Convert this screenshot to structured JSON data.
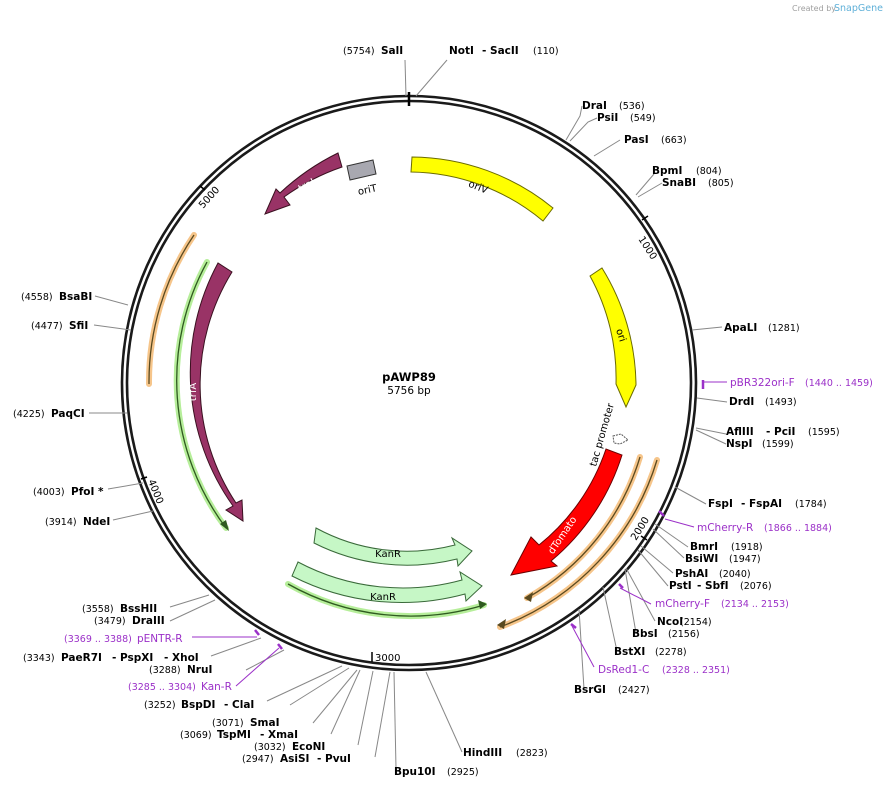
{
  "credit": {
    "prefix": "Created by",
    "brand": "SnapGene"
  },
  "plasmid": {
    "name": "pAWP89",
    "size": "5756 bp"
  },
  "ticks": [
    "1000",
    "2000",
    "3000",
    "4000",
    "5000"
  ],
  "features": {
    "oriV": "oriV",
    "ori": "ori",
    "tac": "tac promoter",
    "dTomato": "dTomato",
    "kanR1": "KanR",
    "kanR2": "KanR",
    "trfA": "trfA",
    "traJ": "traJ",
    "oriT": "oriT"
  },
  "sites": {
    "sal": {
      "pos": "(5754)",
      "name": "SalI"
    },
    "not": {
      "name": "NotI",
      "name2": "- SacII",
      "pos": "(110)"
    },
    "dra": {
      "name": "DraI",
      "pos": "(536)"
    },
    "psi": {
      "name": "PsiI",
      "pos": "(549)"
    },
    "pas": {
      "name": "PasI",
      "pos": "(663)"
    },
    "bpm": {
      "name": "BpmI",
      "pos": "(804)"
    },
    "sna": {
      "name": "SnaBI",
      "pos": "(805)"
    },
    "apa": {
      "name": "ApaLI",
      "pos": "(1281)"
    },
    "drd": {
      "name": "DrdI",
      "pos": "(1493)"
    },
    "afl": {
      "name": "AflIII",
      "name2": "- PciI",
      "pos": "(1595)"
    },
    "nsp": {
      "name": "NspI",
      "pos": "(1599)"
    },
    "fsp": {
      "name": "FspI",
      "name2": "- FspAI",
      "pos": "(1784)"
    },
    "bmr": {
      "name": "BmrI",
      "pos": "(1918)"
    },
    "bsiwi": {
      "name": "BsiWI",
      "pos": "(1947)"
    },
    "psh": {
      "name": "PshAI",
      "pos": "(2040)"
    },
    "pst": {
      "name": "PstI",
      "name2": "- SbfI",
      "pos": "(2076)"
    },
    "nco": {
      "name": "NcoI",
      "pos": "(2154)"
    },
    "bbs": {
      "name": "BbsI",
      "pos": "(2156)"
    },
    "bstxi": {
      "name": "BstXI",
      "pos": "(2278)"
    },
    "bsrgi": {
      "name": "BsrGI",
      "pos": "(2427)"
    },
    "hind": {
      "name": "HindIII",
      "pos": "(2823)"
    },
    "bpu": {
      "name": "Bpu10I",
      "pos": "(2925)"
    },
    "asi": {
      "pos": "(2947)",
      "name": "AsiSI",
      "name2": "- PvuI"
    },
    "eco": {
      "pos": "(3032)",
      "name": "EcoNI"
    },
    "tsp": {
      "pos": "(3069)",
      "name": "TspMI",
      "name2": "- XmaI"
    },
    "sma": {
      "pos": "(3071)",
      "name": "SmaI"
    },
    "bsp": {
      "pos": "(3252)",
      "name": "BspDI",
      "name2": "- ClaI"
    },
    "nru": {
      "pos": "(3288)",
      "name": "NruI"
    },
    "pae": {
      "pos": "(3343)",
      "name": "PaeR7I",
      "name2": "- PspXI",
      "name3": "- XhoI"
    },
    "draiii": {
      "pos": "(3479)",
      "name": "DraIII"
    },
    "bsshii": {
      "pos": "(3558)",
      "name": "BssHII"
    },
    "nde": {
      "pos": "(3914)",
      "name": "NdeI"
    },
    "pfo": {
      "pos": "(4003)",
      "name": "PfoI *"
    },
    "paq": {
      "pos": "(4225)",
      "name": "PaqCI"
    },
    "sfi": {
      "pos": "(4477)",
      "name": "SfiI"
    },
    "bsabi": {
      "pos": "(4558)",
      "name": "BsaBI"
    }
  },
  "primers": {
    "pbr": {
      "name": "pBR322ori-F",
      "range": "(1440 .. 1459)"
    },
    "mchr": {
      "name": "mCherry-R",
      "range": "(1866 .. 1884)"
    },
    "mchf": {
      "name": "mCherry-F",
      "range": "(2134 .. 2153)"
    },
    "dsred": {
      "name": "DsRed1-C",
      "range": "(2328 .. 2351)"
    },
    "pentr": {
      "range": "(3369 .. 3388)",
      "name": "pENTR-R"
    },
    "kanr": {
      "range": "(3285 .. 3304)",
      "name": "Kan-R"
    }
  },
  "colors": {
    "backbone": "#1a1a1a",
    "oriV": "#ffff00",
    "ori": "#ffff00",
    "dTomato": "#ff0000",
    "kanR": "#c6f7c6",
    "trfA": "#993366",
    "traJ": "#993366",
    "oriT": "#a8a8b0",
    "primer": "#9b30c8",
    "bracketOrange": "#f6c58a",
    "bracketGreen": "#b6ee9a"
  }
}
